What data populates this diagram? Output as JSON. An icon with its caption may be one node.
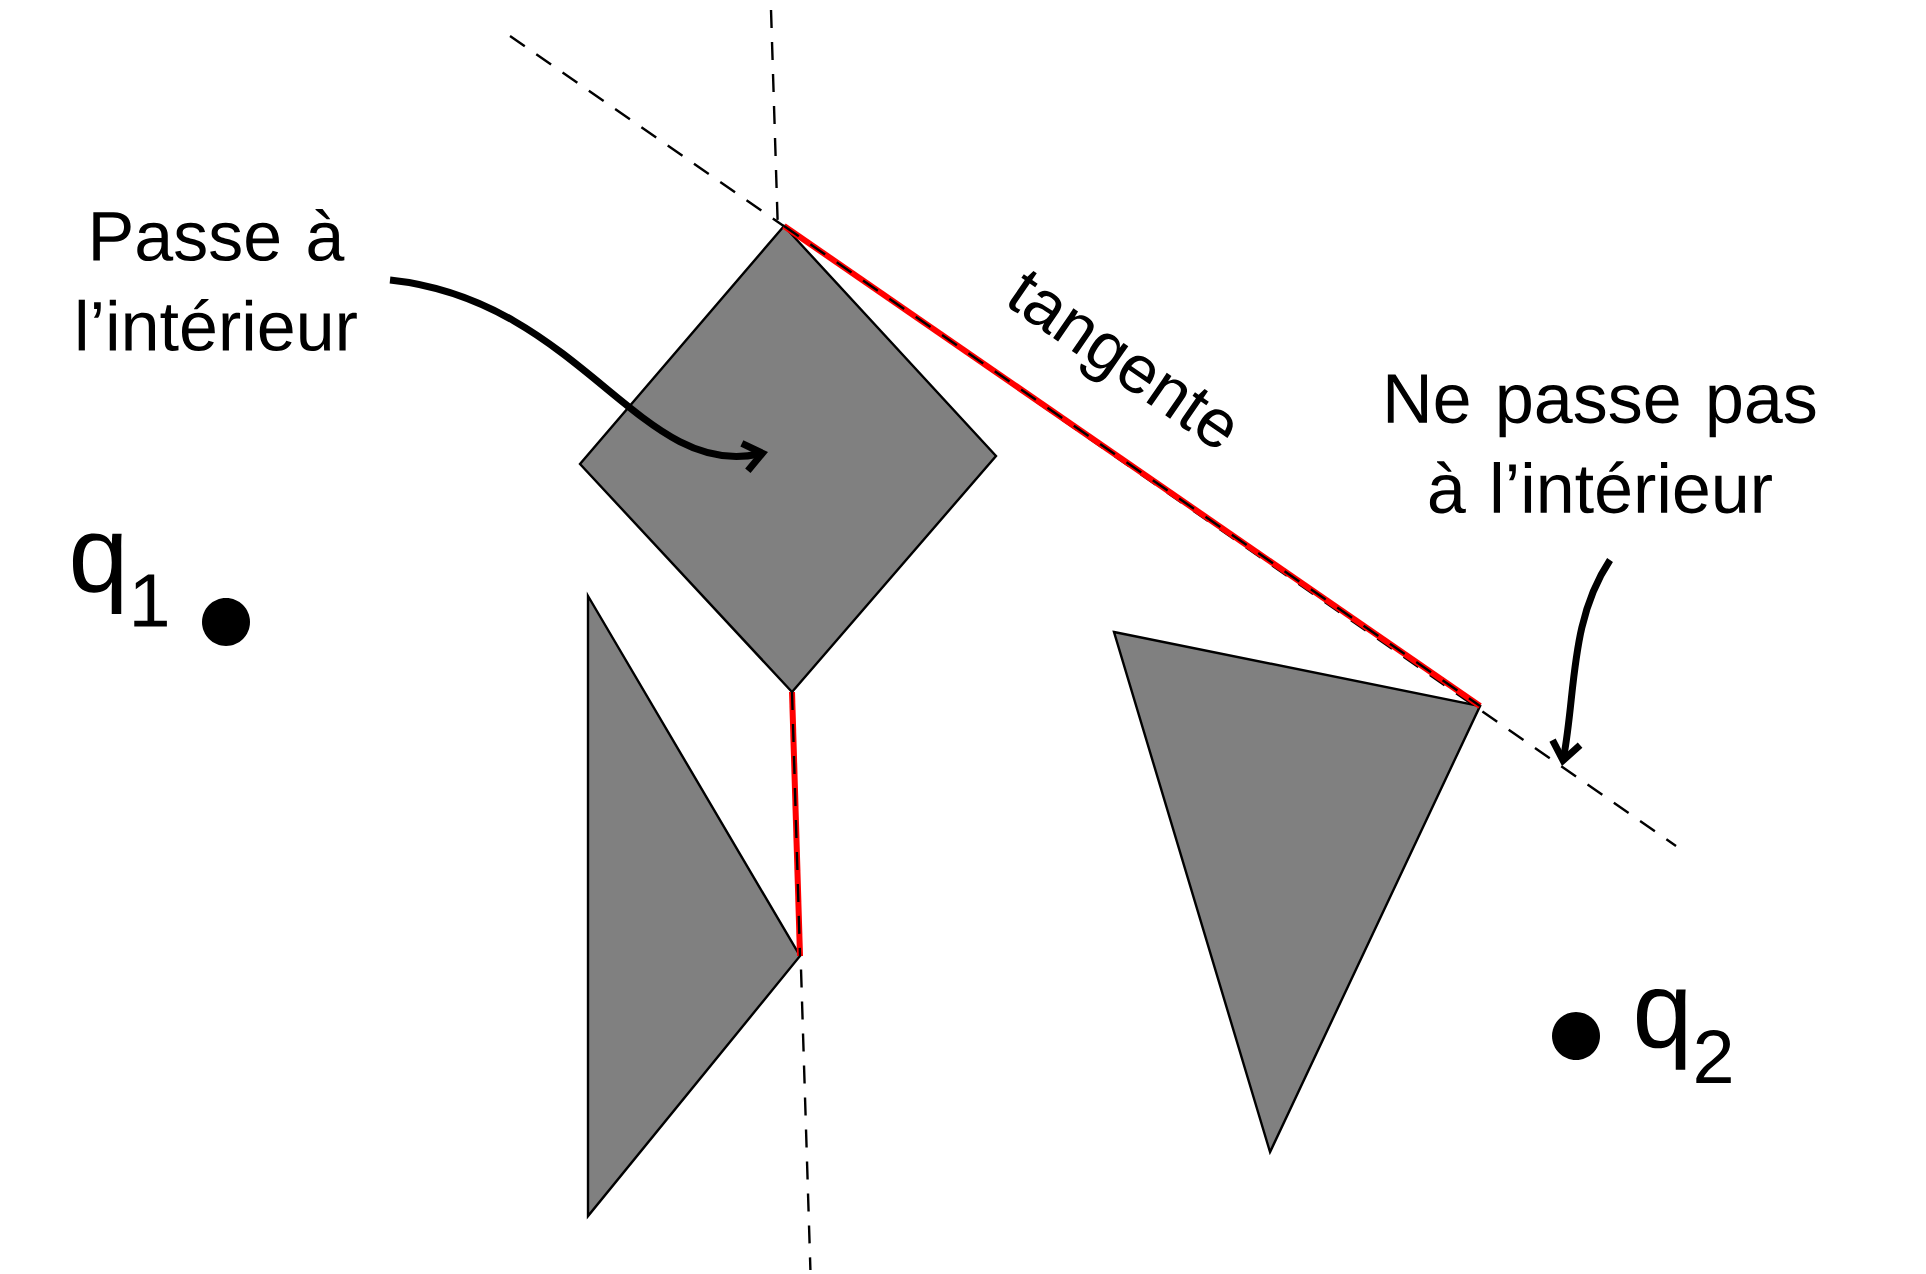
{
  "diagram": {
    "nodes": [
      {
        "text": [
          "Passe à l’intérieur"
        ]
      },
      {
        "text": [
          "Ne passe pas à l’intérieur"
        ]
      },
      {
        "text": [],
        "shape": "diamond"
      },
      {
        "text": [],
        "shape": "triangle"
      },
      {
        "text": [],
        "shape": "triangle"
      }
    ],
    "edges": [
      {
        "from": 0,
        "to": 2,
        "arrow": "to"
      },
      {
        "from": 1,
        "to": null,
        "arrow": "to"
      },
      {
        "from": 2,
        "to": 4,
        "arrow": "none",
        "color": "#ff0000",
        "label": "tangente"
      },
      {
        "from": 2,
        "to": 3,
        "arrow": "none",
        "color": "#ff0000"
      }
    ],
    "labels": [
      "q$_{1}$",
      "q$_{2}$"
    ]
  }
}
